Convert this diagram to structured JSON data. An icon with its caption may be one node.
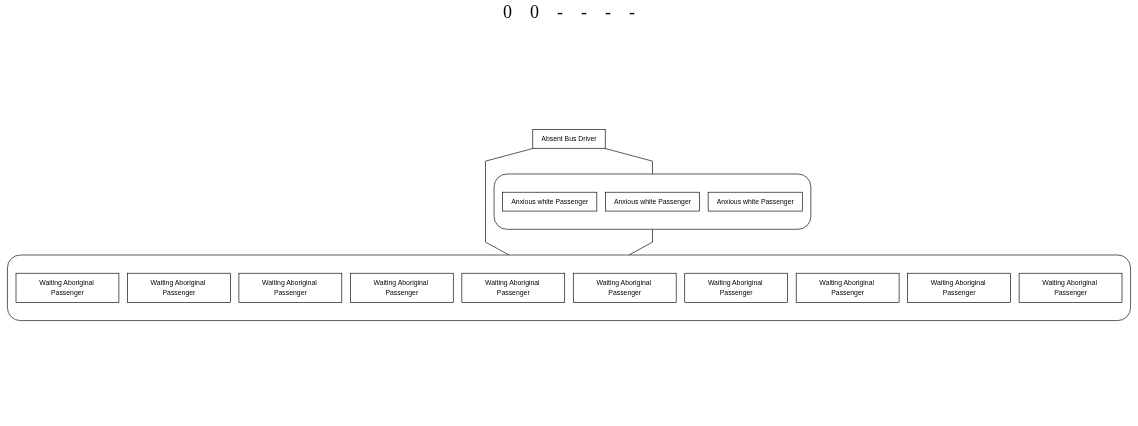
{
  "diagram": {
    "nodes": [
      {
        "text": [
          "Absent Bus Driver"
        ]
      },
      {
        "text": [],
        "shape": "box"
      },
      {
        "text": [
          "Anxious white Passenger"
        ],
        "in": 1
      },
      {
        "text": [
          "Anxious white Passenger"
        ],
        "in": 1
      },
      {
        "text": [
          "Anxious white Passenger"
        ],
        "in": 1
      },
      {
        "text": [],
        "shape": "box"
      },
      {
        "text": [
          "Waiting Aboriginal Passenger"
        ],
        "in": 5
      },
      {
        "text": [
          "Waiting Aboriginal Passenger"
        ],
        "in": 5
      },
      {
        "text": [
          "Waiting Aboriginal Passenger"
        ],
        "in": 5
      },
      {
        "text": [
          "Waiting Aboriginal Passenger"
        ],
        "in": 5
      },
      {
        "text": [
          "Waiting Aboriginal Passenger"
        ],
        "in": 5
      },
      {
        "text": [
          "Waiting Aboriginal Passenger"
        ],
        "in": 5
      },
      {
        "text": [
          "Waiting Aboriginal Passenger"
        ],
        "in": 5
      },
      {
        "text": [
          "Waiting Aboriginal Passenger"
        ],
        "in": 5
      },
      {
        "text": [
          "Waiting Aboriginal Passenger"
        ],
        "in": 5
      },
      {
        "text": [
          "Waiting Aboriginal Passenger"
        ],
        "in": 5
      }
    ],
    "edges": [
      {
        "from": 0,
        "to": 5,
        "arrow": "none"
      },
      {
        "from": 0,
        "to": 1,
        "arrow": "none"
      },
      {
        "from": 1,
        "to": 5,
        "arrow": "none"
      }
    ],
    "labels": [
      "0",
      "0",
      "-",
      "-",
      "-",
      "-"
    ]
  }
}
